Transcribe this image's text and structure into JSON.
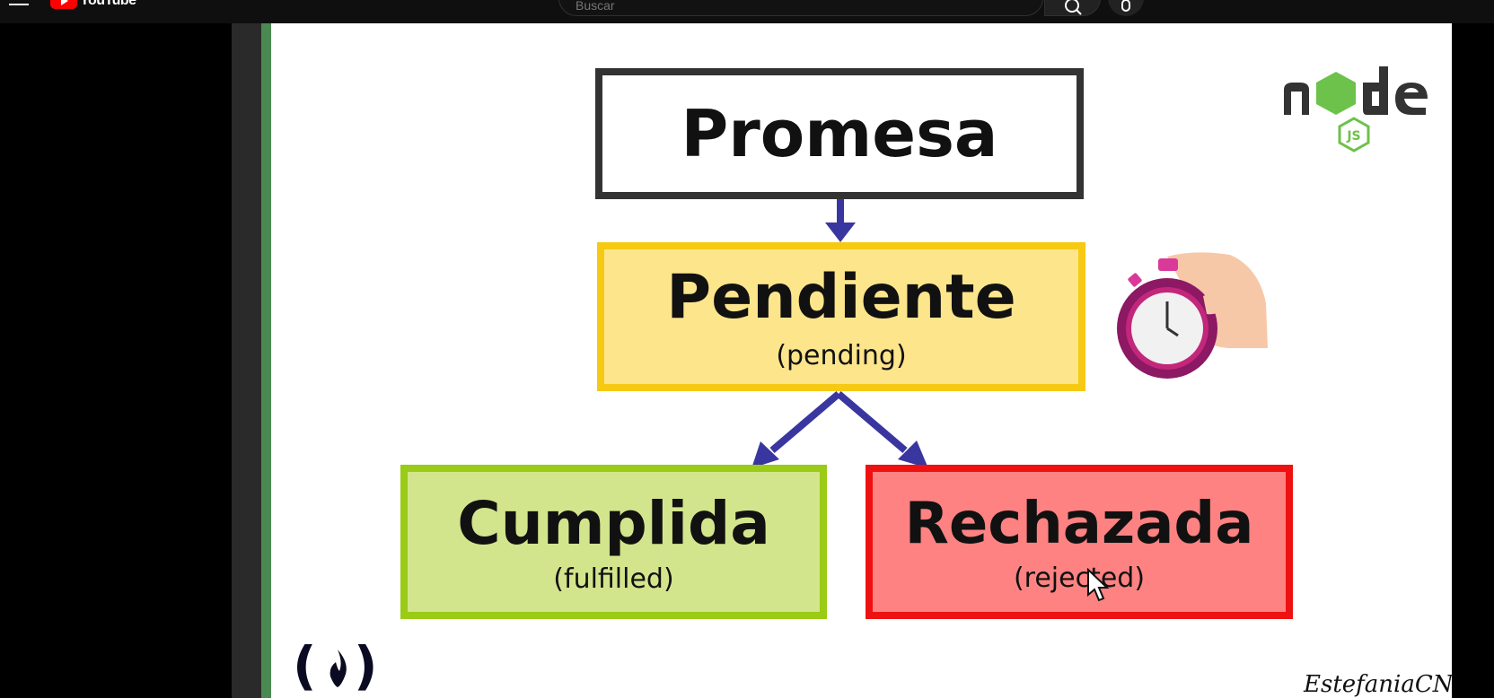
{
  "header": {
    "logo_text": "YouTube",
    "search_placeholder": "Buscar",
    "colors": {
      "background": "#0f0f0f",
      "brand": "#ff0000"
    }
  },
  "slide": {
    "boxes": {
      "promesa": {
        "title": "Promesa"
      },
      "pendiente": {
        "title": "Pendiente",
        "subtitle": "(pending)"
      },
      "cumplida": {
        "title": "Cumplida",
        "subtitle": "(fulfilled)"
      },
      "rechazada": {
        "title": "Rechazada",
        "subtitle": "(rejected)"
      }
    },
    "node_logo_text": "node JS",
    "signature": "EstefaniaCN",
    "colors": {
      "arrow": "#3a36a0",
      "pending_border": "#f6c913",
      "pending_fill": "#fde58c",
      "fulfilled_border": "#9acb16",
      "fulfilled_fill": "#d3e58c",
      "rejected_border": "#ee1111",
      "rejected_fill": "#fe8282",
      "node_green": "#6cc24a",
      "node_dark": "#333333"
    }
  }
}
